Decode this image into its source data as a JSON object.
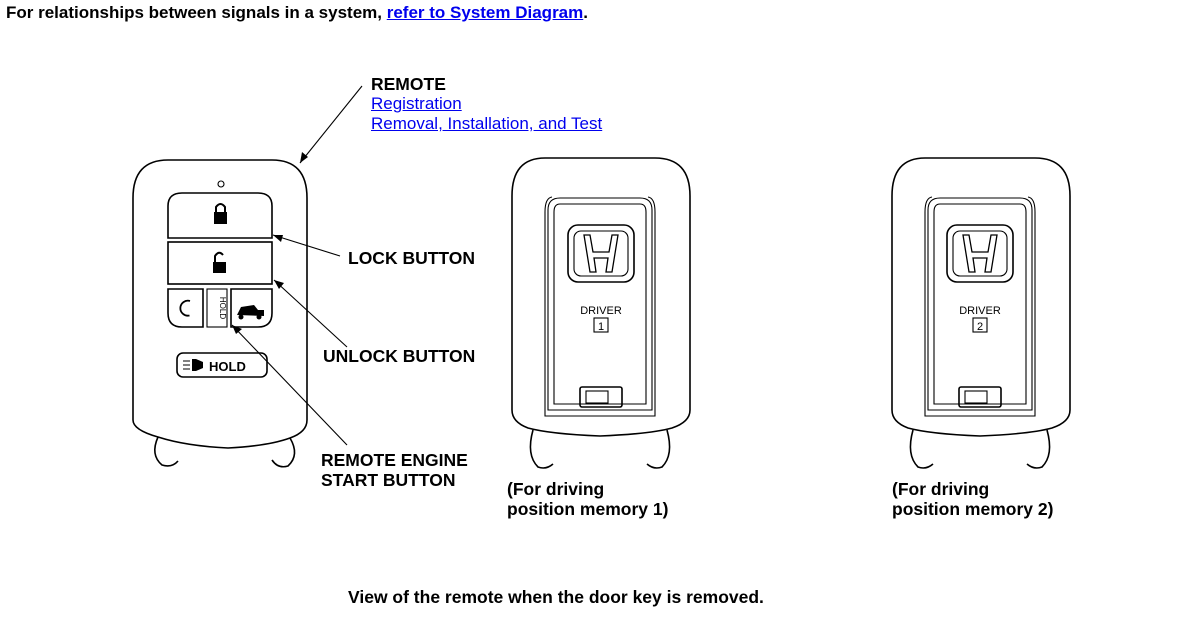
{
  "intro": {
    "text": "For relationships between signals in a system, ",
    "link": "refer to System Diagram",
    "suffix": "."
  },
  "remote_label": {
    "title": "REMOTE",
    "links": [
      "Registration",
      "Removal, Installation, and Test"
    ]
  },
  "callouts": {
    "lock": "LOCK BUTTON",
    "unlock": "UNLOCK BUTTON",
    "engine_line1": "REMOTE ENGINE",
    "engine_line2": "START BUTTON"
  },
  "fob": {
    "hold_vertical": "HOLD",
    "hold_button": "HOLD"
  },
  "keys": [
    {
      "driver": "DRIVER",
      "number": "1",
      "caption_line1": "(For driving",
      "caption_line2": "position memory 1)"
    },
    {
      "driver": "DRIVER",
      "number": "2",
      "caption_line1": "(For driving",
      "caption_line2": "position memory 2)"
    }
  ],
  "footer": "View of the remote when the door key is removed."
}
